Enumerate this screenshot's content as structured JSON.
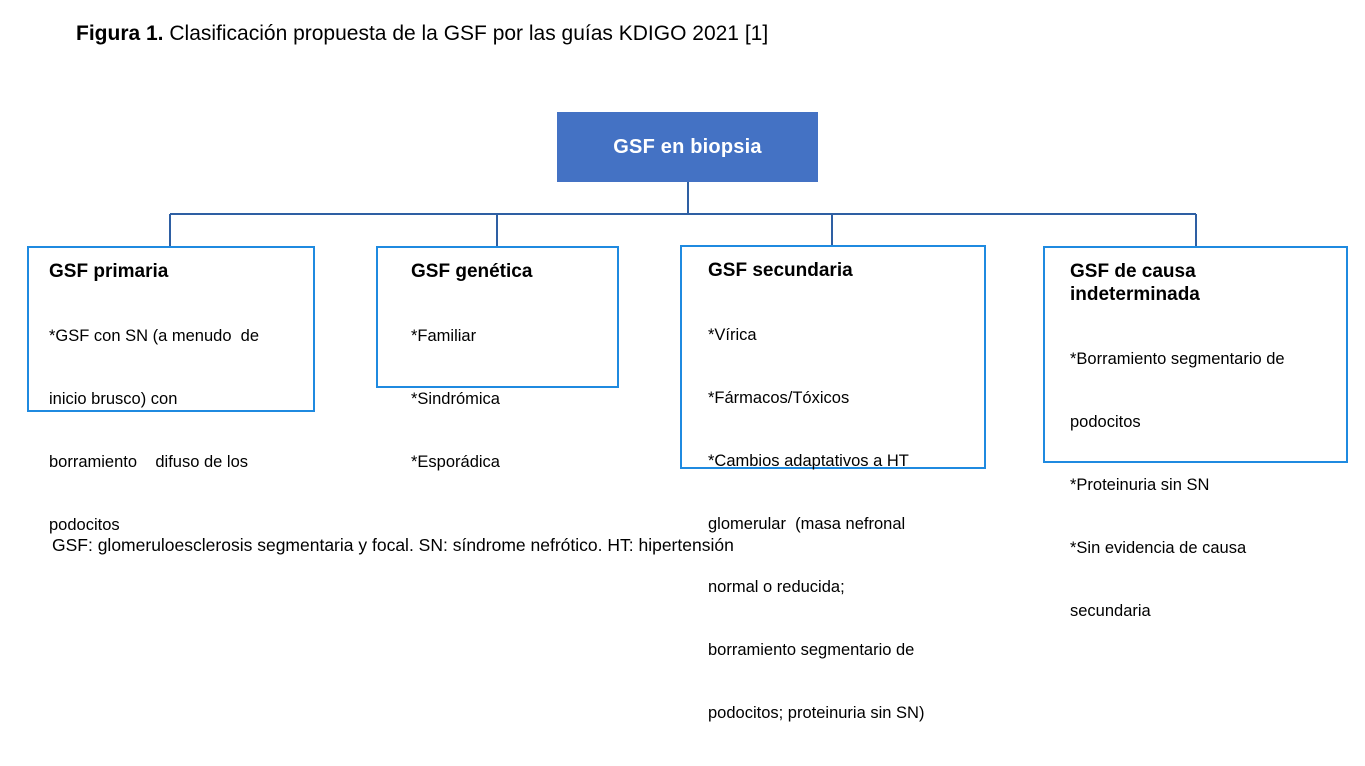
{
  "figure": {
    "label": "Figura 1.",
    "caption": " Clasificación propuesta de la GSF por las guías KDIGO 2021 [1]"
  },
  "colors": {
    "root_fill": "#4472C4",
    "root_text": "#FFFFFF",
    "node_border": "#1F8AE0",
    "connector_line": "#2E5FA3",
    "connector_drop": "#1F8AE0",
    "background": "#FFFFFF",
    "text": "#000000"
  },
  "diagram": {
    "type": "tree",
    "root": {
      "label": "GSF en biopsia"
    },
    "children": [
      {
        "title": "GSF primaria",
        "lines": [
          "*GSF con SN (a menudo  de",
          "inicio brusco) con",
          "borramiento    difuso de los",
          "podocitos"
        ]
      },
      {
        "title": "GSF genética",
        "lines": [
          "*Familiar",
          "*Sindrómica",
          "*Esporádica"
        ]
      },
      {
        "title": "GSF secundaria",
        "lines": [
          "*Vírica",
          "*Fármacos/Tóxicos",
          "*Cambios adaptativos a HT",
          "glomerular  (masa nefronal",
          "normal o reducida;",
          "borramiento segmentario de",
          "podocitos; proteinuria sin SN)"
        ]
      },
      {
        "title": "GSF de causa\nindeterminada",
        "lines": [
          "*Borramiento segmentario de",
          "podocitos",
          "*Proteinuria sin SN",
          "*Sin evidencia de causa",
          "secundaria"
        ]
      }
    ]
  },
  "footnote": {
    "text": "GSF: glomeruloesclerosis segmentaria y focal. SN: síndrome nefrótico. HT: hipertensión"
  }
}
